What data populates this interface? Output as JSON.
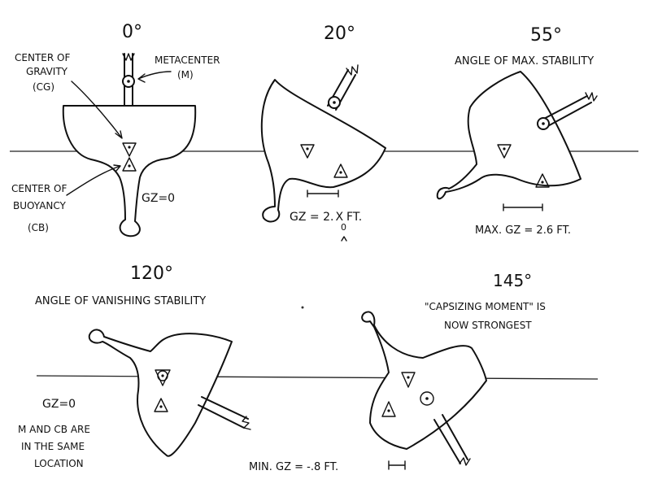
{
  "panels": {
    "p0": {
      "angle": "0°",
      "cg_label": [
        "CENTER OF",
        "GRAVITY",
        "(CG)"
      ],
      "metacenter_label": [
        "METACENTER",
        "(M)"
      ],
      "cb_label": [
        "CENTER OF",
        "BUOYANCY",
        "(CB)"
      ],
      "gz": "GZ=0"
    },
    "p20": {
      "angle": "20°",
      "gz": "GZ = 2.",
      "gz_struck": "X",
      "gz_unit": "FT.",
      "gz_correction": "0"
    },
    "p55": {
      "angle": "55°",
      "caption": "ANGLE OF MAX. STABILITY",
      "gz": "MAX. GZ = 2.6 FT."
    },
    "p120": {
      "angle": "120°",
      "caption": "ANGLE OF VANISHING STABILITY",
      "gz": "GZ=0",
      "note": [
        "M AND CB ARE",
        "IN THE SAME",
        "LOCATION"
      ]
    },
    "p145": {
      "angle": "145°",
      "caption": [
        "\"CAPSIZING MOMENT\" IS",
        "NOW STRONGEST"
      ],
      "gz": "MIN. GZ = -.8 FT."
    }
  }
}
